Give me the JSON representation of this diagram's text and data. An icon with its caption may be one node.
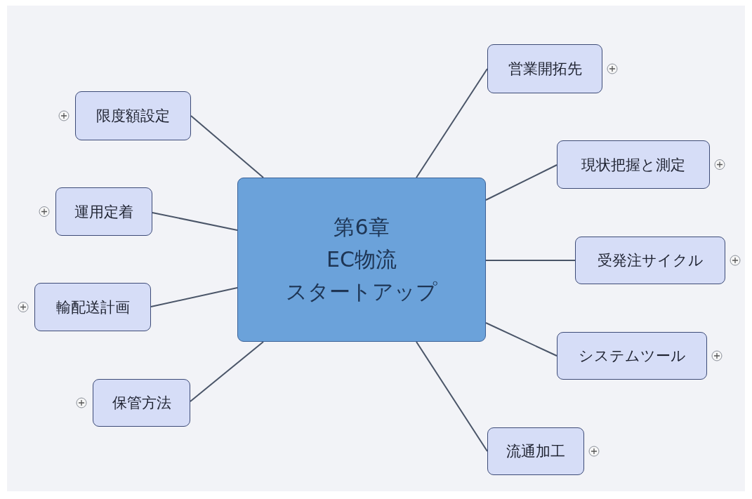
{
  "diagram": {
    "nodes": [
      {
        "text": [
          "第6章",
          "EC物流",
          "スタートアップ"
        ]
      },
      {
        "text": [
          "限度額設定"
        ]
      },
      {
        "text": [
          "運用定着"
        ]
      },
      {
        "text": [
          "輸配送計画"
        ]
      },
      {
        "text": [
          "保管方法"
        ]
      },
      {
        "text": [
          "営業開拓先"
        ]
      },
      {
        "text": [
          "現状把握と測定"
        ]
      },
      {
        "text": [
          "受発注サイクル"
        ]
      },
      {
        "text": [
          "システムツール"
        ]
      },
      {
        "text": [
          "流通加工"
        ]
      }
    ],
    "edges": [
      {
        "from": 0,
        "to": 1,
        "arrow": "none"
      },
      {
        "from": 0,
        "to": 2,
        "arrow": "none"
      },
      {
        "from": 0,
        "to": 3,
        "arrow": "none"
      },
      {
        "from": 0,
        "to": 4,
        "arrow": "none"
      },
      {
        "from": 0,
        "to": 5,
        "arrow": "none"
      },
      {
        "from": 0,
        "to": 6,
        "arrow": "none"
      },
      {
        "from": 0,
        "to": 7,
        "arrow": "none"
      },
      {
        "from": 0,
        "to": 8,
        "arrow": "none"
      },
      {
        "from": 0,
        "to": 9,
        "arrow": "none"
      }
    ]
  }
}
